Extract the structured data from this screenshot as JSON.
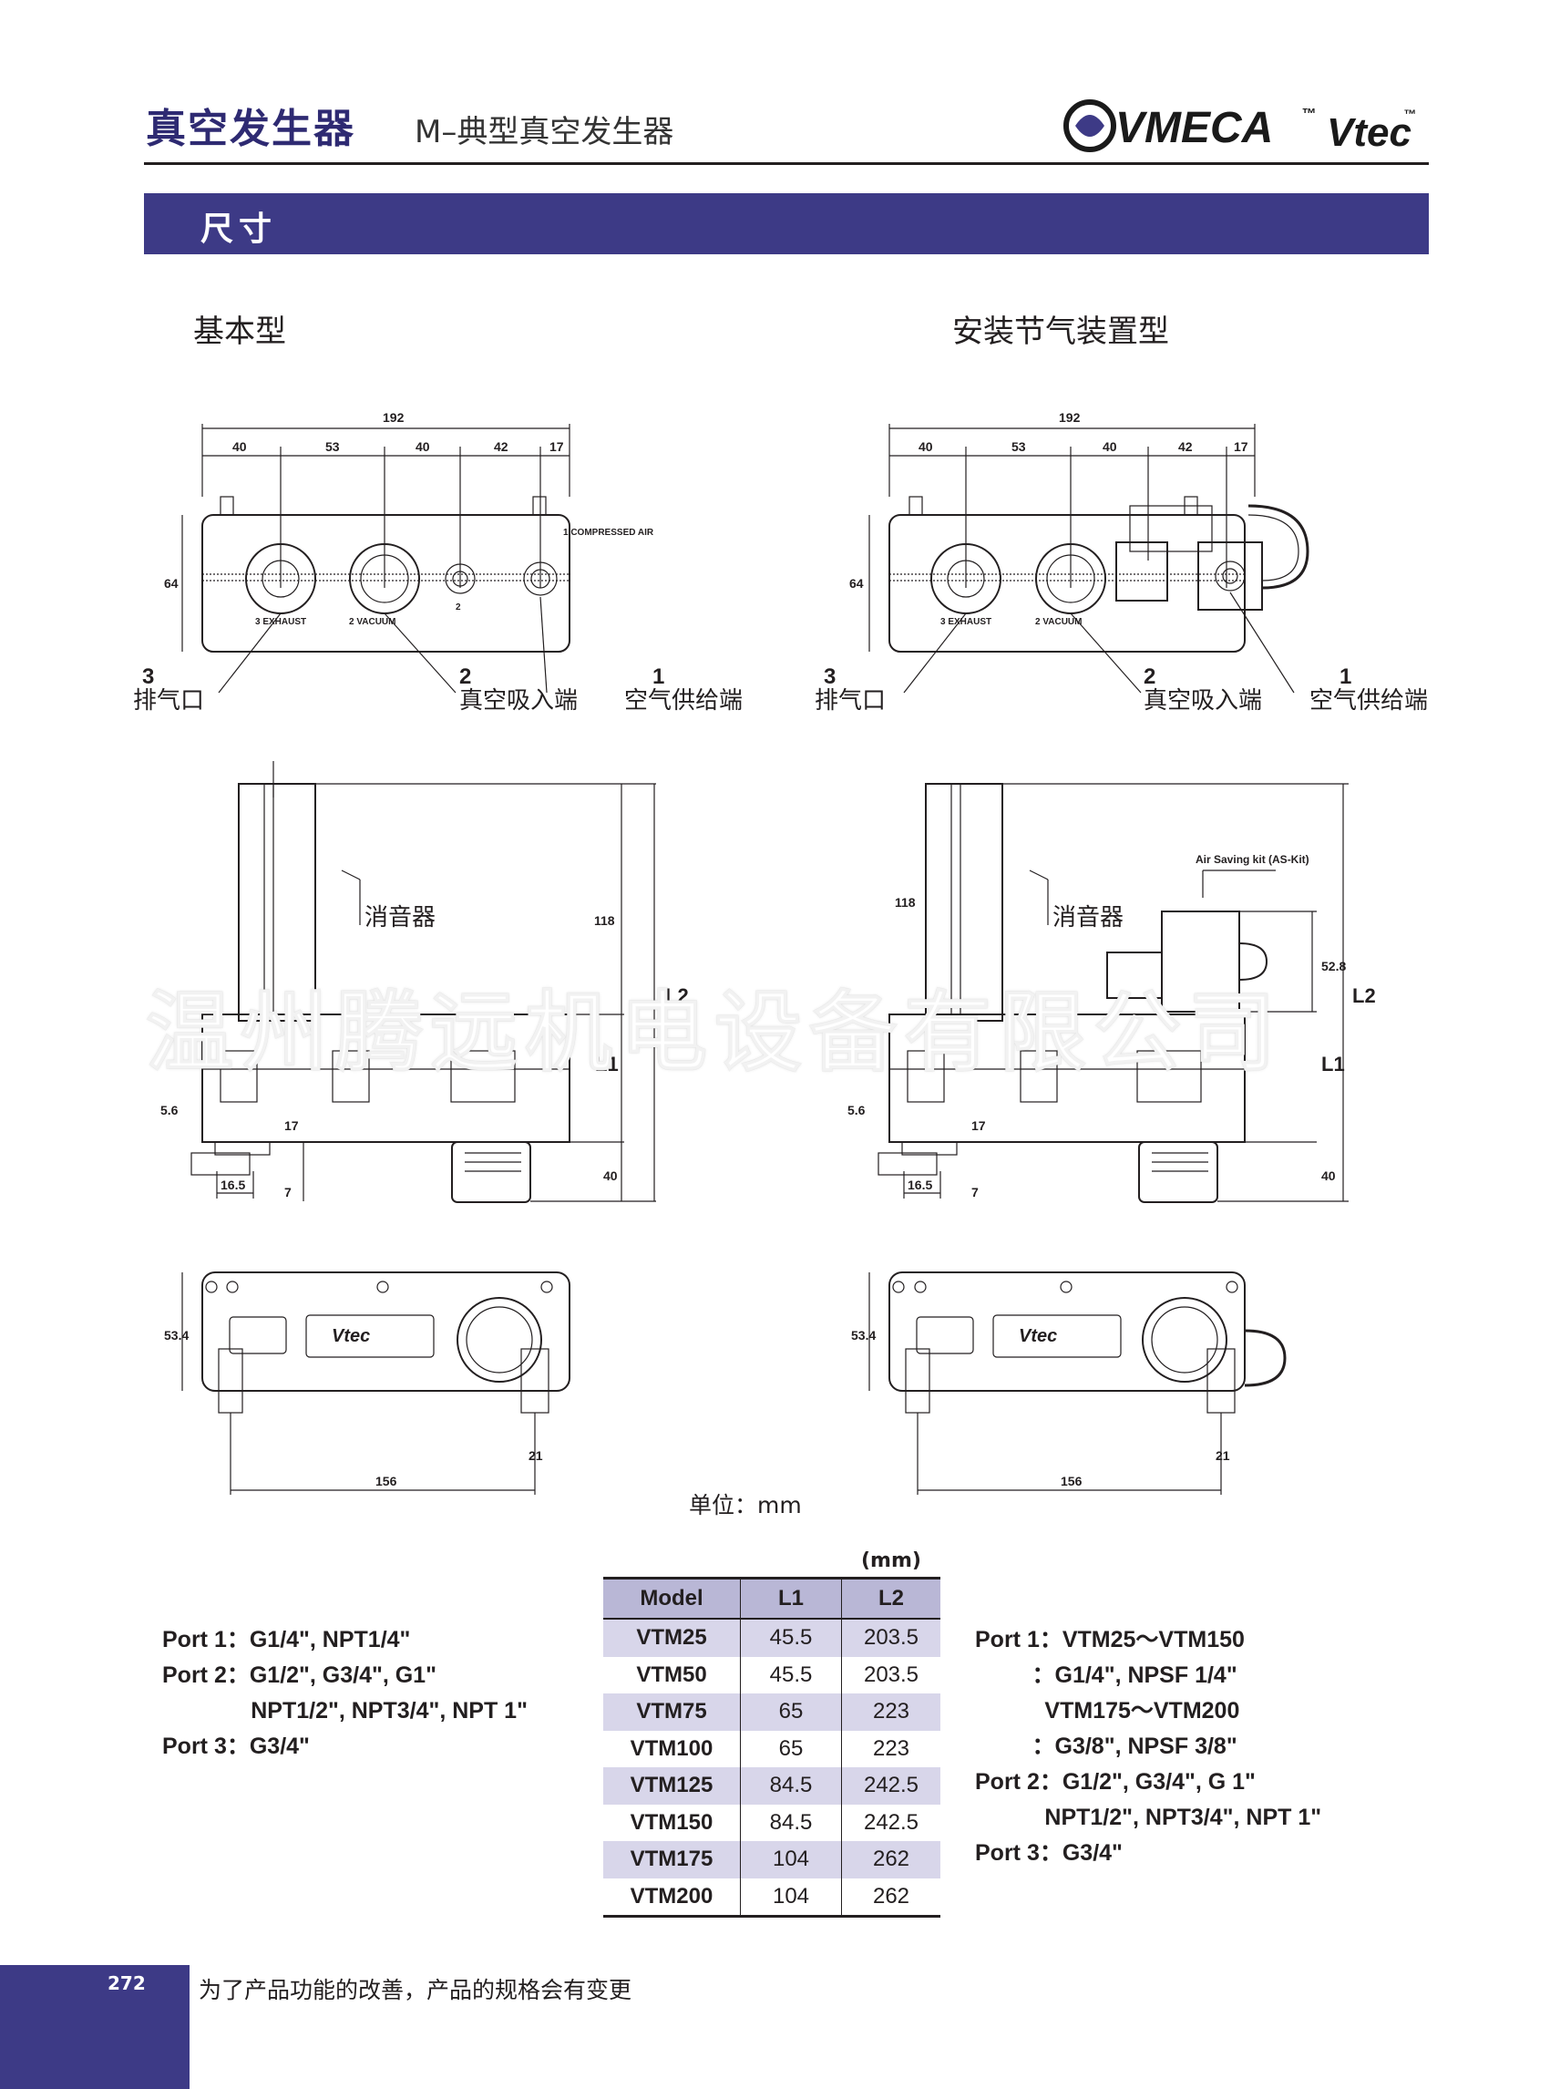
{
  "header": {
    "title": "真空发生器",
    "subtitle": "M–典型真空发生器",
    "logo_text": "VMECA",
    "logo_text2": "Vtec",
    "tm": "™"
  },
  "section": {
    "title": "尺寸"
  },
  "left": {
    "heading": "基本型",
    "callouts": [
      {
        "num": "3",
        "label": "排气口"
      },
      {
        "num": "2",
        "label": "真空吸入端"
      },
      {
        "num": "1",
        "label": "空气供给端"
      }
    ],
    "muffler": "消音器"
  },
  "right": {
    "heading": "安装节气装置型",
    "callouts": [
      {
        "num": "3",
        "label": "排气口"
      },
      {
        "num": "2",
        "label": "真空吸入端"
      },
      {
        "num": "1",
        "label": "空气供给端"
      }
    ],
    "muffler": "消音器",
    "as_kit": "Air Saving kit (AS-Kit)"
  },
  "dims": {
    "total": "192",
    "segments": [
      "40",
      "53",
      "40",
      "42",
      "17"
    ],
    "height": "64",
    "muffler_h": "118",
    "L1": "L1",
    "L2": "L2",
    "base_h": "40",
    "d56": "5.6",
    "d17": "17",
    "d7": "7",
    "d165": "16.5",
    "d534": "53.4",
    "d21": "21",
    "d156": "156",
    "d528": "52.8"
  },
  "body_labels": {
    "exhaust": "3 EXHAUST",
    "vacuum": "2 VACUUM",
    "compressed": "1 COMPRESSED AIR",
    "two": "2"
  },
  "unit_label": "单位：mm",
  "ports_left": [
    "Port 1：G1/4\", NPT1/4\"",
    "Port 2：G1/2\", G3/4\", G1\"",
    "              NPT1/2\", NPT3/4\", NPT 1\"",
    "Port 3：G3/4\""
  ],
  "ports_right": [
    "Port 1：VTM25～VTM150",
    "         ：G1/4\", NPSF 1/4\"",
    "           VTM175～VTM200",
    "         ：G3/8\", NPSF 3/8\"",
    "Port 2：G1/2\", G3/4\", G 1\"",
    "           NPT1/2\", NPT3/4\", NPT 1\"",
    "Port 3：G3/4\""
  ],
  "table": {
    "unit": "(mm)",
    "headers": [
      "Model",
      "L1",
      "L2"
    ],
    "rows": [
      [
        "VTM25",
        "45.5",
        "203.5"
      ],
      [
        "VTM50",
        "45.5",
        "203.5"
      ],
      [
        "VTM75",
        "65",
        "223"
      ],
      [
        "VTM100",
        "65",
        "223"
      ],
      [
        "VTM125",
        "84.5",
        "242.5"
      ],
      [
        "VTM150",
        "84.5",
        "242.5"
      ],
      [
        "VTM175",
        "104",
        "262"
      ],
      [
        "VTM200",
        "104",
        "262"
      ]
    ]
  },
  "footer": {
    "page": "272",
    "note": "为了产品功能的改善，产品的规格会有变更"
  },
  "watermark": "温州腾远机电设备有限公司",
  "colors": {
    "brand": "#3d3a86",
    "table_head": "#b9b7d6",
    "table_shade": "#d8d6ea"
  }
}
